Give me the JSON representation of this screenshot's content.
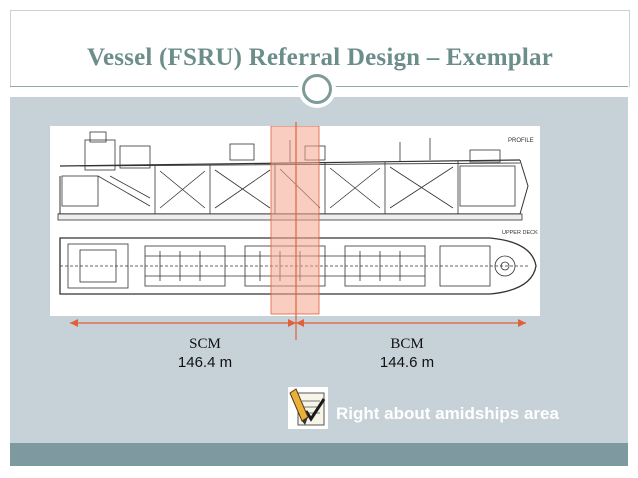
{
  "slide": {
    "title": "Vessel (FSRU) Referral Design – Exemplar"
  },
  "drawing": {
    "profile_tag": "PROFILE",
    "deck_tag": "UPPER DECK"
  },
  "dimensions": {
    "stern_label": "SCM",
    "stern_value": "146.4 m",
    "bow_label": "BCM",
    "bow_value": "144.6 m"
  },
  "note": {
    "icon": "checklist-pencil-icon",
    "text": "Right about amidships area"
  },
  "colors": {
    "title": "#6c8e8a",
    "body_background": "#c7d1d8",
    "footer_band": "#7e9aa0",
    "dimension_line": "#e0603a",
    "highlight": "#f4a58c"
  }
}
